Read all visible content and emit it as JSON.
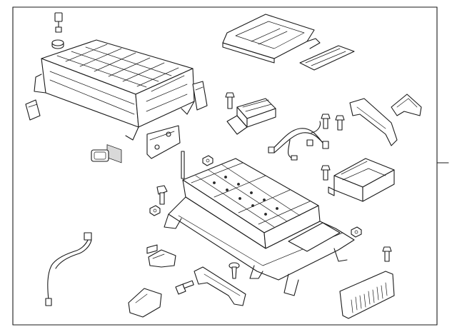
{
  "diagram": {
    "frame_color": "#1a1a1a",
    "background": "#ffffff",
    "parts": [
      {
        "name": "battery-cover-assembly",
        "icon": "battery-cover-icon"
      },
      {
        "name": "junction-box-cover",
        "icon": "cover-icon"
      },
      {
        "name": "cover-seal-strip",
        "icon": "strip-icon"
      },
      {
        "name": "bolt",
        "icon": "bolt-icon"
      },
      {
        "name": "control-module",
        "icon": "module-icon"
      },
      {
        "name": "wiring-harness",
        "icon": "harness-icon"
      },
      {
        "name": "heat-shield",
        "icon": "shield-icon"
      },
      {
        "name": "mounting-bracket",
        "icon": "bracket-icon"
      },
      {
        "name": "battery-pack-assembly",
        "icon": "battery-pack-icon"
      },
      {
        "name": "service-disconnect-module",
        "icon": "module-icon"
      },
      {
        "name": "vent-tube",
        "icon": "tube-icon"
      },
      {
        "name": "air-duct-grille",
        "icon": "grille-icon"
      },
      {
        "name": "gasket",
        "icon": "gasket-icon"
      },
      {
        "name": "nut",
        "icon": "nut-icon"
      },
      {
        "name": "push-clip",
        "icon": "clip-icon"
      }
    ]
  }
}
